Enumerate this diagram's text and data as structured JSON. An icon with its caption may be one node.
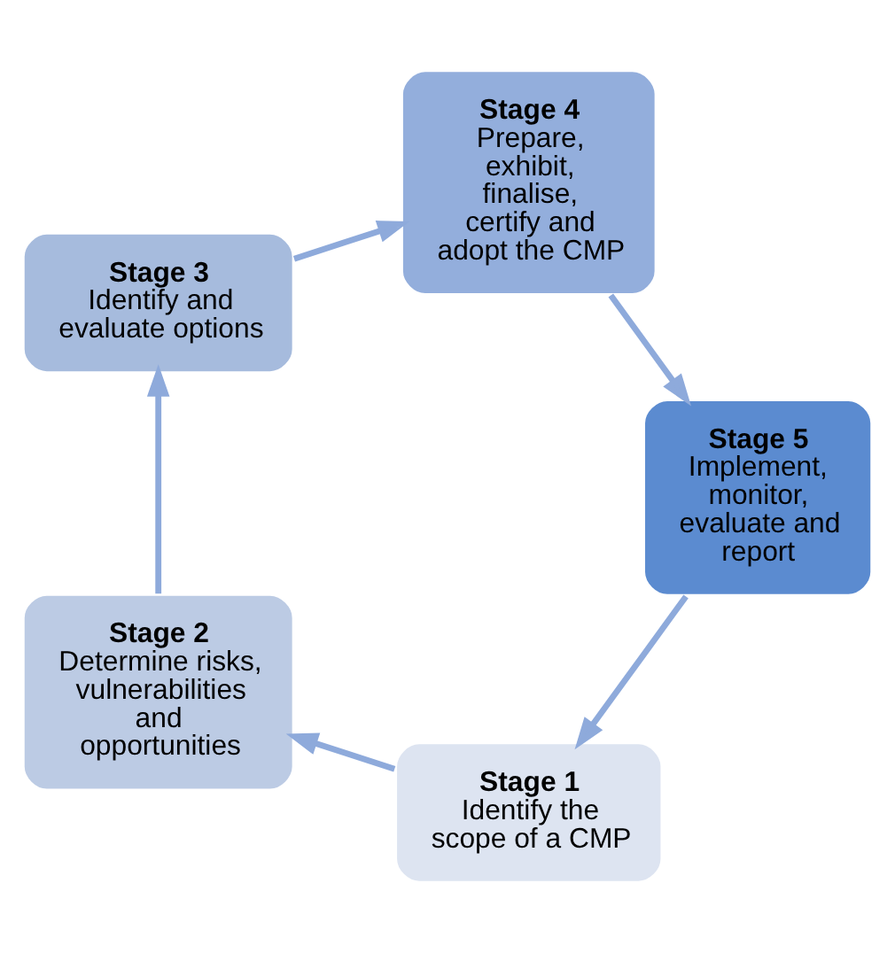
{
  "diagram": {
    "nodes": [
      {
        "text": [
          "Stage 1",
          "Identify the scope of a CMP"
        ]
      },
      {
        "text": [
          "Stage 2",
          "Determine risks, vulnerabilities and opportunities"
        ]
      },
      {
        "text": [
          "Stage 3",
          "Identify and evaluate options"
        ]
      },
      {
        "text": [
          "Stage 4",
          "Prepare, exhibit, finalise, certify and adopt the CMP"
        ]
      },
      {
        "text": [
          "Stage 5",
          "Implement, monitor, evaluate and report"
        ]
      }
    ],
    "edges": [
      {
        "from": 0,
        "to": 1,
        "arrow": "to"
      },
      {
        "from": 1,
        "to": 2,
        "arrow": "to"
      },
      {
        "from": 2,
        "to": 3,
        "arrow": "to"
      },
      {
        "from": 3,
        "to": 4,
        "arrow": "to"
      },
      {
        "from": 4,
        "to": 0,
        "arrow": "to"
      }
    ]
  }
}
